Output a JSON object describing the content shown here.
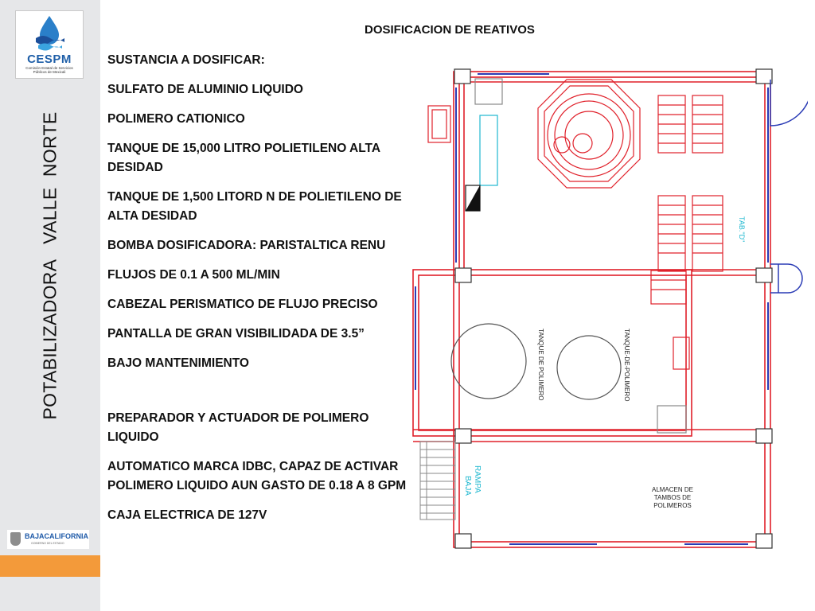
{
  "sidebar": {
    "logo": {
      "name": "CESPM",
      "subtitle_line1": "Comisión Estatal de Servicios",
      "subtitle_line2": "Públicos de Mexicali",
      "icon": "water-drop-logo"
    },
    "vertical_title": "POTABILIZADORA   VALLE  NORTE",
    "footer_logo": {
      "name": "BAJACALIFORNIA",
      "subtitle": "GOBIERNO DEL ESTADO",
      "icon": "state-shield"
    },
    "accent_color": "#f39a3a"
  },
  "slide": {
    "title": "DOSIFICACION DE REATIVOS",
    "items": [
      "SUSTANCIA A DOSIFICAR:",
      "SULFATO DE ALUMINIO LIQUIDO",
      "POLIMERO CATIONICO",
      "TANQUE DE 15,000 LITRO POLIETILENO ALTA DESIDAD",
      "TANQUE DE 1,500 LITORD N DE POLIETILENO DE ALTA DESIDAD",
      "BOMBA DOSIFICADORA: PARISTALTICA RENU",
      "FLUJOS DE 0.1 A 500 ML/MIN",
      "CABEZAL PERISMATICO DE FLUJO PRECISO",
      "PANTALLA DE GRAN VISIBILIDADA DE 3.5”",
      "BAJO MANTENIMIENTO",
      "PREPARADOR Y ACTUADOR DE POLIMERO LIQUIDO",
      "AUTOMATICO MARCA IDBC, CAPAZ DE ACTIVAR POLIMERO LIQUIDO AUN GASTO DE 0.18 A 8 GPM",
      "CAJA ELECTRICA DE 127V"
    ]
  },
  "floor_plan": {
    "labels": {
      "tank_1": "TANQUE DE POLIMERO",
      "tank_2": "TANQUE-DE-POLIMERO",
      "ramp": [
        "RAMPA",
        "BAJA"
      ],
      "storage": [
        "ALMACEN DE",
        "TAMBOS DE",
        "POLIMEROS"
      ],
      "tab": "TAB.\"D\""
    },
    "colors": {
      "wall": "#e0202a",
      "window": "#2a3bb5",
      "cyan": "#1fb8d0",
      "gray": "#888888"
    }
  }
}
